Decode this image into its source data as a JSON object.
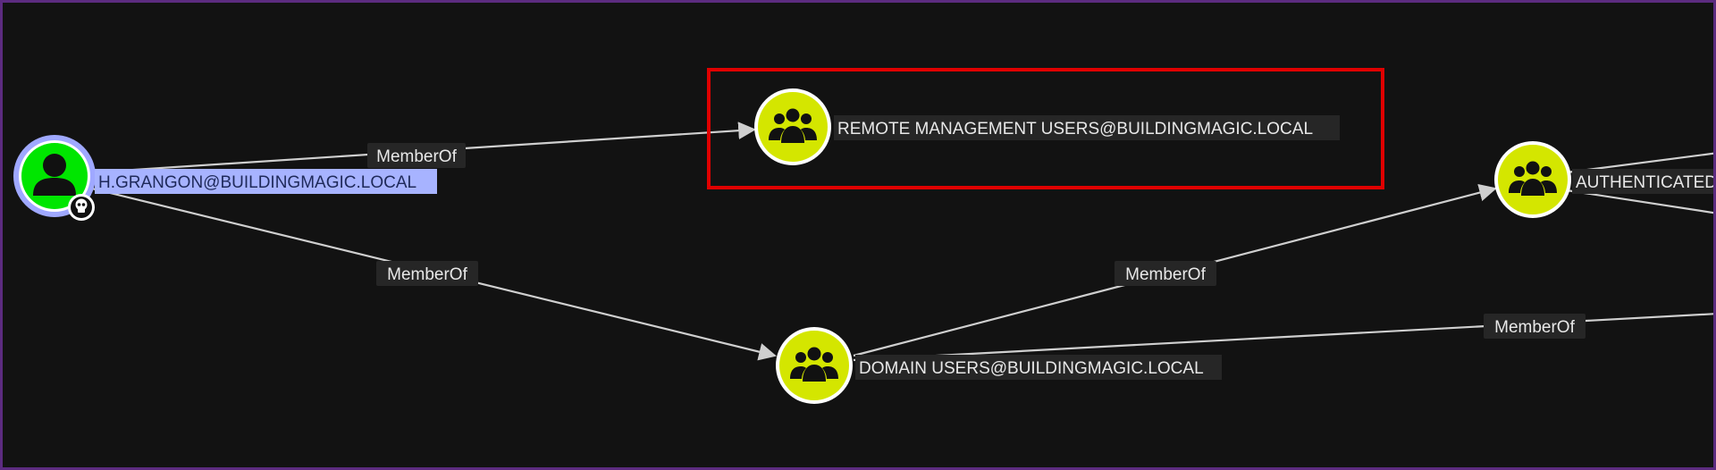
{
  "graph": {
    "nodes": {
      "user": {
        "label": "H.GRANGON@BUILDINGMAGIC.LOCAL",
        "type": "user",
        "icon": "user-icon",
        "badge_icon": "skull-icon",
        "fill_color": "#00e600",
        "ring_color": "#9fa8ff",
        "selected": true
      },
      "remote_mgmt": {
        "label": "REMOTE MANAGEMENT USERS@BUILDINGMAGIC.LOCAL",
        "type": "group",
        "icon": "group-icon",
        "fill_color": "#d4e600",
        "highlighted": true
      },
      "domain_users": {
        "label": "DOMAIN USERS@BUILDINGMAGIC.LOCAL",
        "type": "group",
        "icon": "group-icon",
        "fill_color": "#d4e600"
      },
      "authenticated": {
        "label": "AUTHENTICATED",
        "type": "group",
        "icon": "group-icon",
        "fill_color": "#d4e600"
      }
    },
    "edges": {
      "user_to_remote": {
        "label": "MemberOf"
      },
      "user_to_domain": {
        "label": "MemberOf"
      },
      "domain_to_auth": {
        "label": "MemberOf"
      },
      "domain_to_offscreen": {
        "label": "MemberOf"
      }
    },
    "colors": {
      "background": "#121212",
      "border": "#5c2b80",
      "highlight_box": "#e00000",
      "edge": "#cfcfcf"
    }
  }
}
